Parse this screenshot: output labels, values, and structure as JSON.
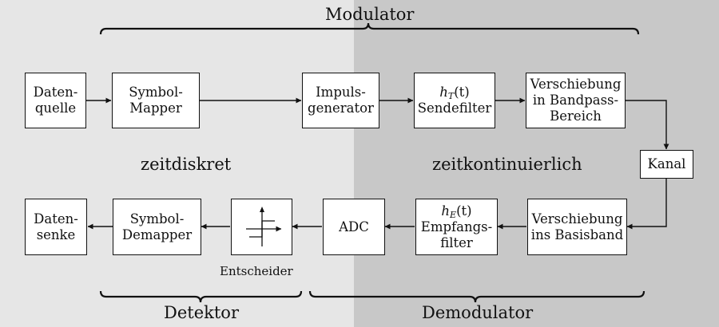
{
  "labels": {
    "modulator": "Modulator",
    "detektor": "Detektor",
    "demodulator": "Demodulator",
    "zeitdiskret": "zeitdiskret",
    "zeitkontinuierlich": "zeitkontinuierlich",
    "entscheider": "Entscheider"
  },
  "blocks": {
    "datenquelle": [
      "Daten-",
      "quelle"
    ],
    "symbol_mapper": [
      "Symbol-",
      "Mapper"
    ],
    "impulsgenerator": [
      "Impuls-",
      "generator"
    ],
    "sendefilter": {
      "func": "h",
      "sub": "T",
      "arg": "(t)",
      "line2": "Sendefilter"
    },
    "bandpass": [
      "Verschiebung",
      "in Bandpass-",
      "Bereich"
    ],
    "kanal": "Kanal",
    "basisband": [
      "Verschiebung",
      "ins Basisband"
    ],
    "empfangsfilter": {
      "func": "h",
      "sub": "E",
      "arg": "(t)",
      "line2": "Empfangs-",
      "line3": "filter"
    },
    "adc": "ADC",
    "symbol_demapper": [
      "Symbol-",
      "Demapper"
    ],
    "datensenke": [
      "Daten-",
      "senke"
    ]
  }
}
